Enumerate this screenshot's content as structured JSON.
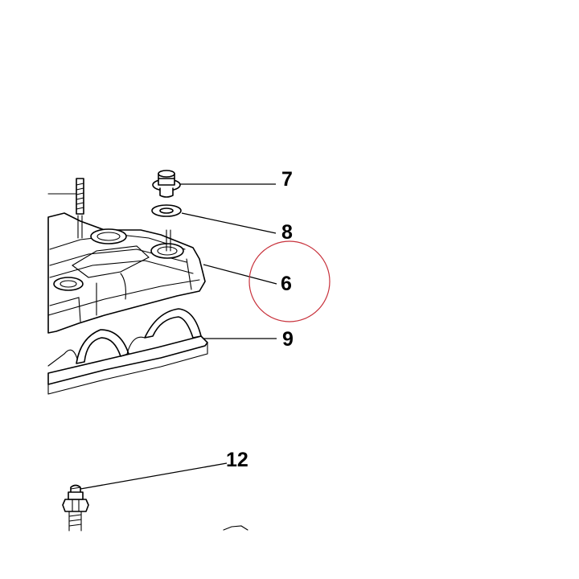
{
  "callouts": {
    "c7": "7",
    "c8": "8",
    "c6": "6",
    "c9": "9",
    "c12": "12"
  },
  "highlight": {
    "target": "6",
    "color": "#c8323c"
  }
}
